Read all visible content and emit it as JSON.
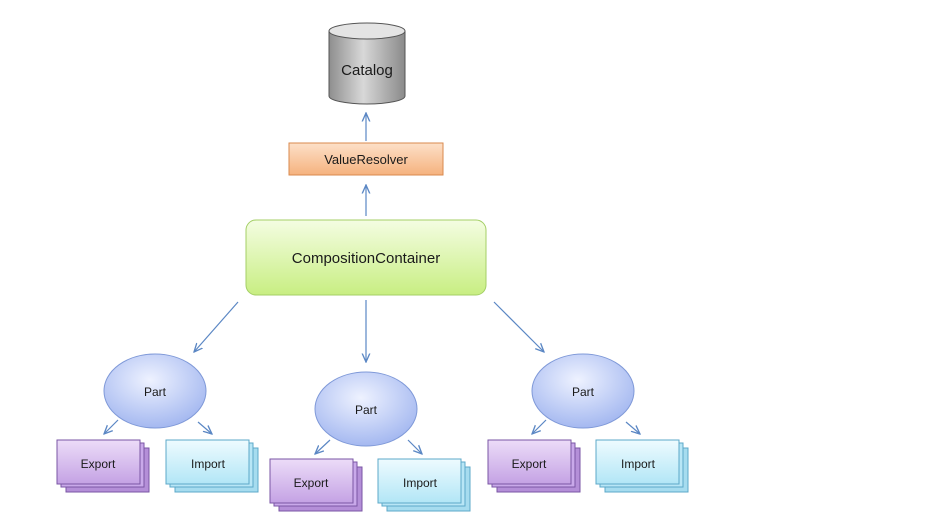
{
  "catalog": {
    "label": "Catalog"
  },
  "value_resolver": {
    "label": "ValueResolver"
  },
  "container": {
    "label": "CompositionContainer"
  },
  "parts": [
    {
      "label": "Part",
      "export_label": "Export",
      "import_label": "Import"
    },
    {
      "label": "Part",
      "export_label": "Export",
      "import_label": "Import"
    },
    {
      "label": "Part",
      "export_label": "Export",
      "import_label": "Import"
    }
  ],
  "colors": {
    "arrow": "#5b87c4",
    "catalog_fill": "#b8b8b8",
    "resolver_fill": "#f9c8a0",
    "container_fill": "#dcf5a8",
    "part_fill": "#b8c8f5",
    "export_fill": "#d4b8ec",
    "import_fill": "#c8eef8"
  }
}
